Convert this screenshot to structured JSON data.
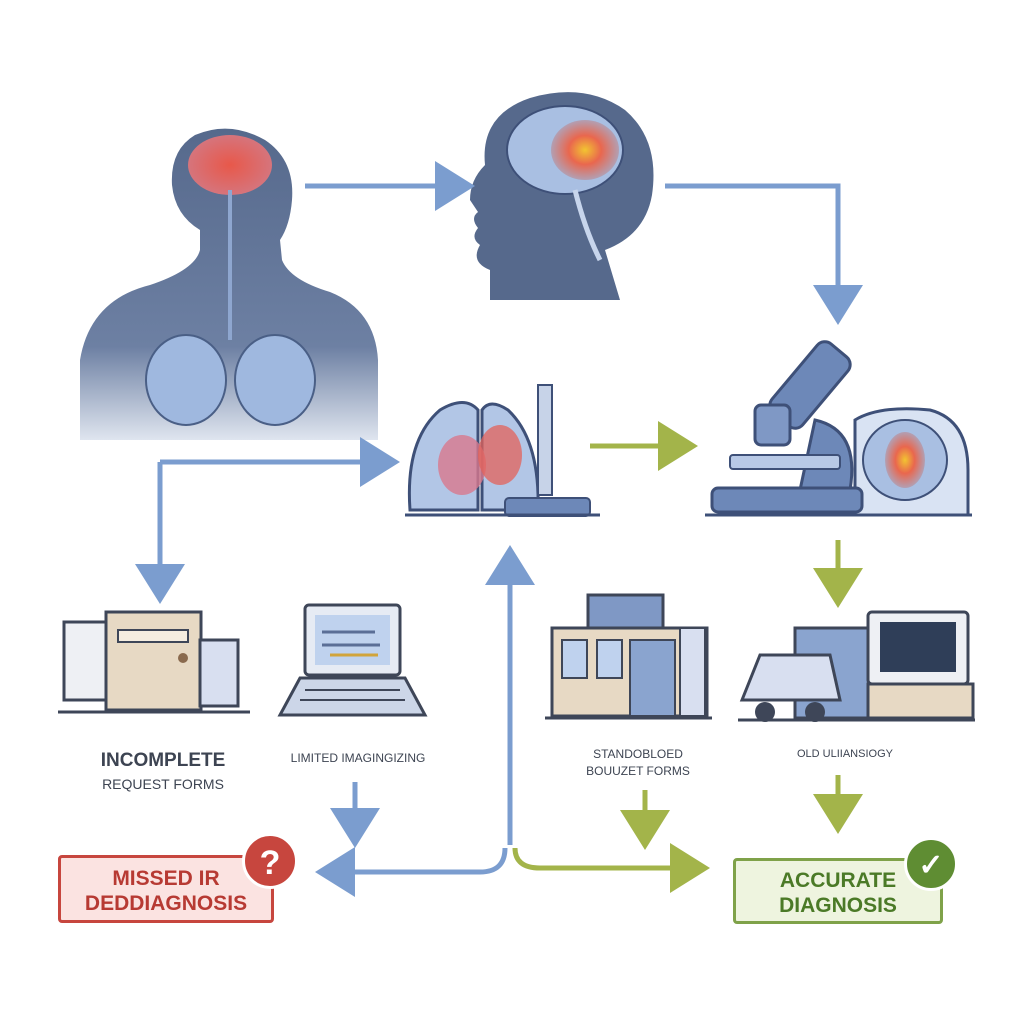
{
  "labels": {
    "incomplete_line1": "INCOMPLETE",
    "incomplete_line2": "REQUEST FORMS",
    "limited": "LIMITED IMAGINGIZING",
    "standardized_line1": "STANDOBLOED",
    "standardized_line2": "BOUUZET FORMS",
    "old": "OLD ULIIANSIOGY"
  },
  "outcomes": {
    "missed_line1": "MISSED IR",
    "missed_line2": "DEDDIAGNOSIS",
    "missed_badge": "?",
    "accurate_line1": "ACCURATE",
    "accurate_line2": "DIAGNOSIS",
    "accurate_badge": "✓"
  },
  "colors": {
    "blue_arrow": "#7b9dcf",
    "green_arrow": "#a3b44a",
    "figure": "#56698c",
    "red": "#c7463e",
    "green": "#6f9a3c"
  }
}
